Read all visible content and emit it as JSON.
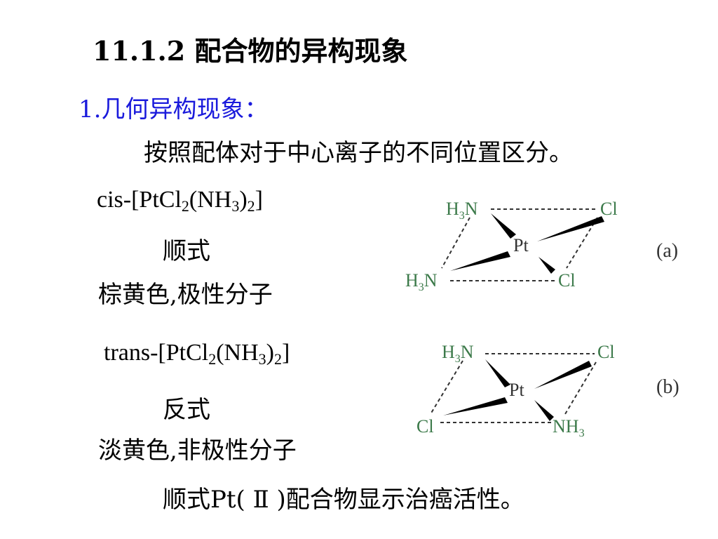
{
  "title": "11.1.2  配合物的异构现象",
  "section": "1.几何异构现象：",
  "intro": "按照配体对于中心离子的不同位置区分。",
  "cis": {
    "prefix": "cis-[PtCl",
    "sub1": "2",
    "mid": "(NH",
    "sub2": "3",
    "close": ")",
    "sub3": "2",
    "end": "]",
    "name": "顺式",
    "desc": "棕黄色,极性分子"
  },
  "trans": {
    "prefix": "trans-[PtCl",
    "sub1": "2",
    "mid": "(NH",
    "sub2": "3",
    "close": ")",
    "sub3": "2",
    "end": "]",
    "name": "反式",
    "desc": "淡黄色,非极性分子"
  },
  "diagrams": {
    "a": {
      "tag": "(a)",
      "tl": "H",
      "tl_sub": "3",
      "tl_n": "N",
      "tr": "Cl",
      "bl": "H",
      "bl_sub": "3",
      "bl_n": "N",
      "br": "Cl",
      "center": "Pt"
    },
    "b": {
      "tag": "(b)",
      "tl": "H",
      "tl_sub": "3",
      "tl_n": "N",
      "tr": "Cl",
      "bl": "Cl",
      "br": "NH",
      "br_sub": "3",
      "center": "Pt"
    }
  },
  "note": "顺式Pt( Ⅱ )配合物显示治癌活性。",
  "colors": {
    "section": "#1a1adc",
    "ligand": "#3c7a4a"
  }
}
